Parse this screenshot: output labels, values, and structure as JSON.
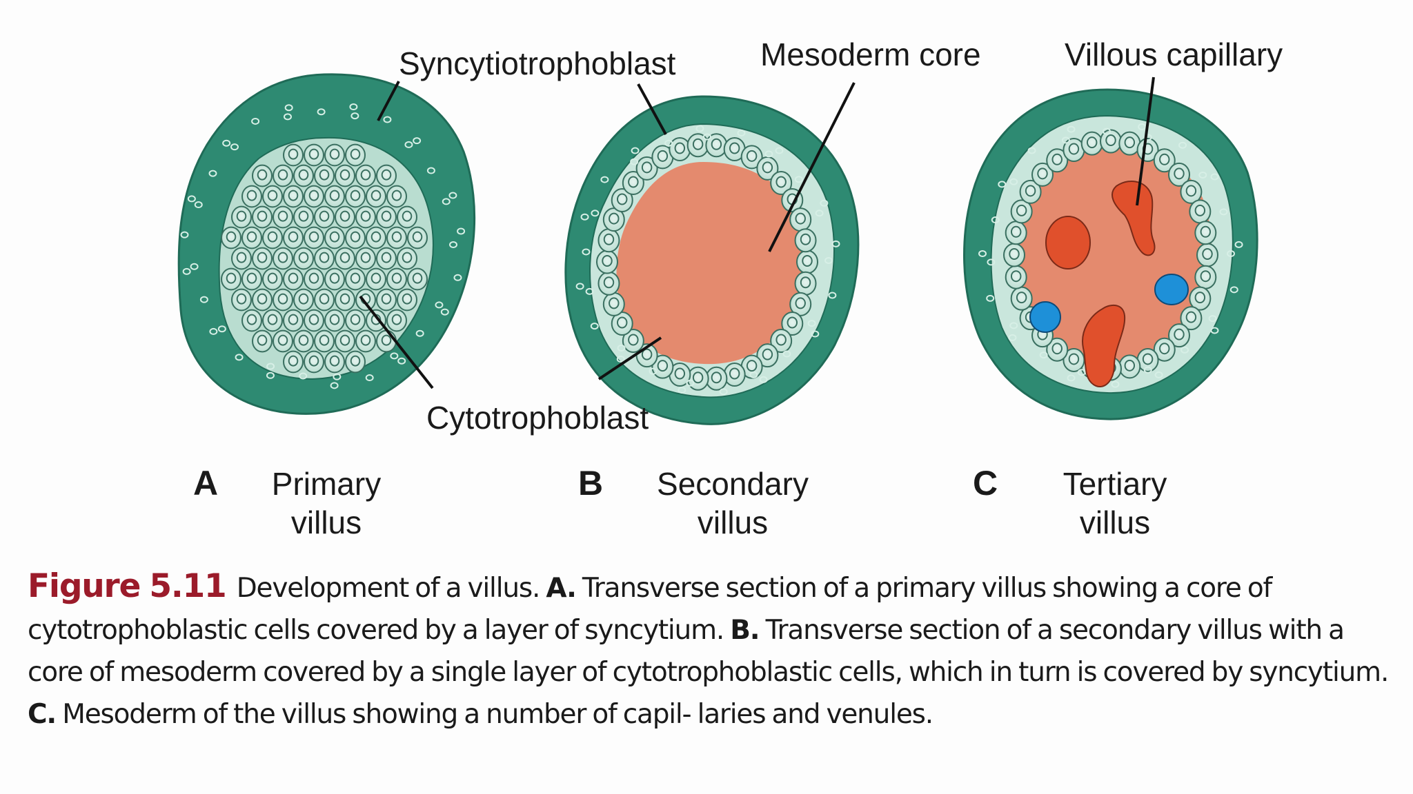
{
  "labels": {
    "syncytiotrophoblast": "Syncytiotrophoblast",
    "mesoderm_core": "Mesoderm core",
    "villous_capillary": "Villous capillary",
    "cytotrophoblast": "Cytotrophoblast"
  },
  "panels": [
    {
      "letter": "A",
      "name_line1": "Primary",
      "name_line2": "villus"
    },
    {
      "letter": "B",
      "name_line1": "Secondary",
      "name_line2": "villus"
    },
    {
      "letter": "C",
      "name_line1": "Tertiary",
      "name_line2": "villus"
    }
  ],
  "caption": {
    "figure_number": "Figure 5.11",
    "intro": "Development of a villus.",
    "a_label": "A.",
    "a_text": "Transverse section of a primary villus showing a core of cytotrophoblastic cells covered by a layer of syncytium.",
    "b_label": "B.",
    "b_text": "Transverse section of a secondary villus with a core of mesoderm covered by a single layer of cytotrophoblastic cells, which in turn is covered by syncytium.",
    "c_label": "C.",
    "c_text": "Mesoderm of the villus showing a number of capil- laries and venules."
  },
  "colors": {
    "syncytium": "#2e8a72",
    "syncytium_dark": "#1f6b57",
    "cytotrophoblast": "#c9e6dc",
    "mesoderm": "#e48a6e",
    "vessel_red": "#e0502c",
    "vessel_blue": "#1e90d8",
    "caption_accent": "#9b1b2a"
  }
}
